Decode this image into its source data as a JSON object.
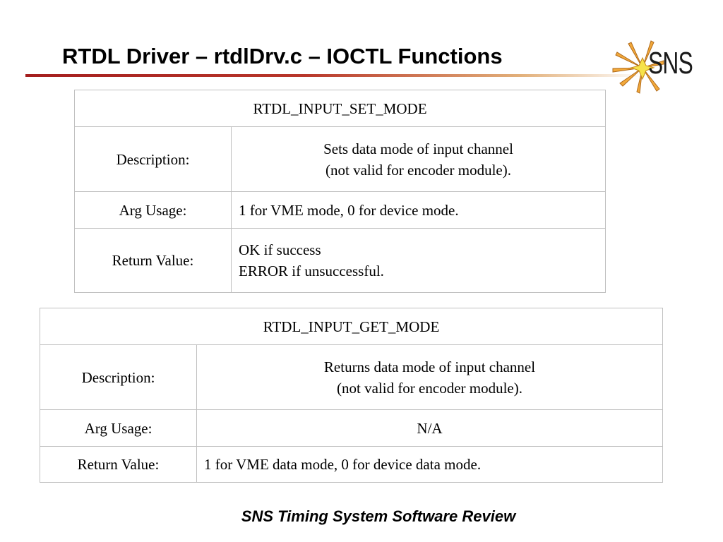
{
  "slide": {
    "title": "RTDL Driver – rtdlDrv.c – IOCTL Functions",
    "footer": "SNS Timing System Software Review"
  },
  "logo": {
    "text": "SNS",
    "icon": "starburst-logo-icon"
  },
  "tables": [
    {
      "name": "RTDL_INPUT_SET_MODE",
      "rows": [
        {
          "label": "Description:",
          "lines": [
            "Sets data mode of input channel",
            "(not valid for encoder module)."
          ]
        },
        {
          "label": "Arg Usage:",
          "lines": [
            "1 for VME mode, 0 for device mode."
          ]
        },
        {
          "label": "Return Value:",
          "lines": [
            "OK if success",
            "ERROR if unsuccessful."
          ]
        }
      ]
    },
    {
      "name": "RTDL_INPUT_GET_MODE",
      "rows": [
        {
          "label": "Description:",
          "lines": [
            "Returns data mode of input channel",
            "(not valid for encoder module)."
          ]
        },
        {
          "label": "Arg Usage:",
          "lines": [
            "N/A"
          ]
        },
        {
          "label": "Return Value:",
          "lines": [
            "1 for VME data mode, 0 for device data mode."
          ]
        }
      ]
    }
  ],
  "colors": {
    "title_rule": "#a41e1e",
    "logo_burst": "#f2a93b",
    "logo_burst_core": "#f6e24a",
    "cell_border": "#c0c0c0"
  }
}
